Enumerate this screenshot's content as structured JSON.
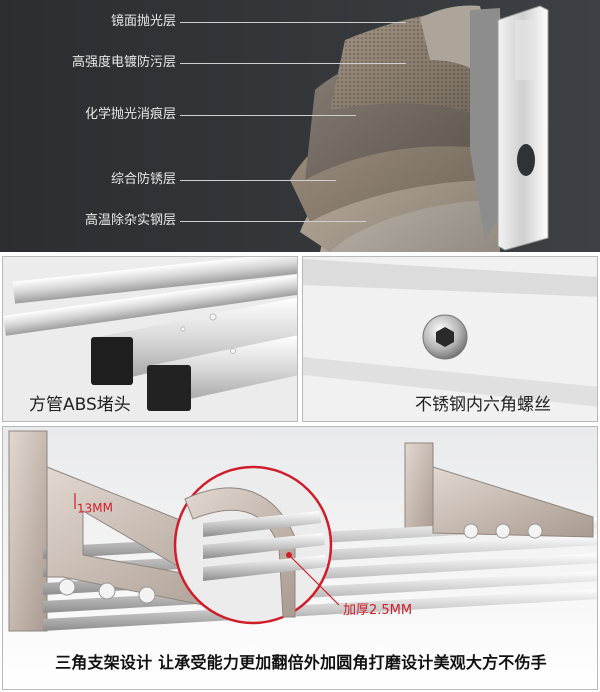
{
  "layers": [
    {
      "label": "镜面抛光层"
    },
    {
      "label": "高强度电镀防污层"
    },
    {
      "label": "化学抛光消痕层"
    },
    {
      "label": "综合防锈层"
    },
    {
      "label": "高温除杂实钢层"
    }
  ],
  "panels": {
    "left_caption": "方管ABS堵头",
    "right_caption": "不锈钢内六角螺丝"
  },
  "bottom": {
    "dim_top": "13MM",
    "dim_thickness": "加厚2.5MM",
    "caption": "三角支架设计 让承受能力更加翻倍外加圆角打磨设计美观大方不伤手"
  },
  "colors": {
    "banner_bg": "#2e3235",
    "annotation_red": "#d01d2a",
    "steel": "#c8c8c8"
  }
}
